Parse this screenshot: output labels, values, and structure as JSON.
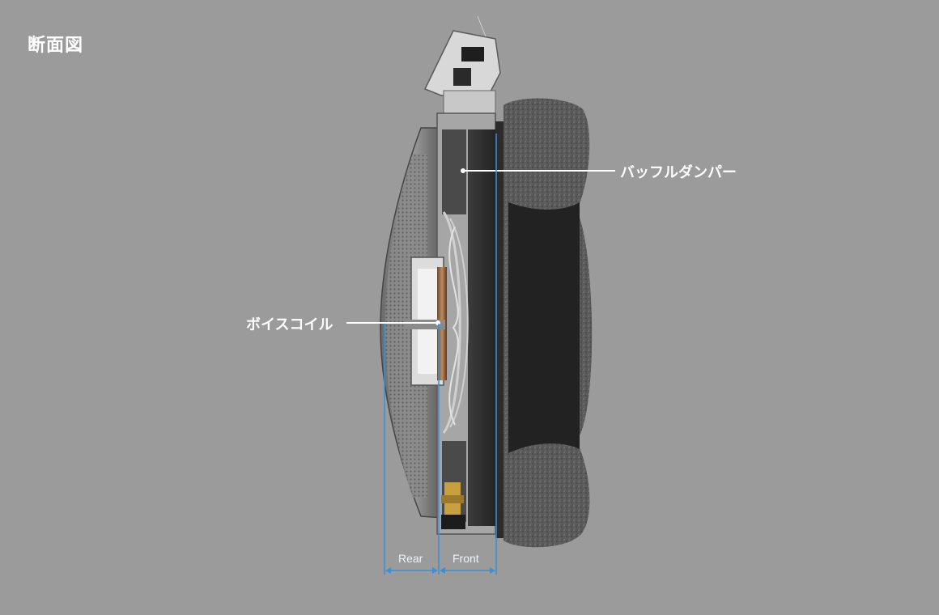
{
  "diagram": {
    "title": "断面図",
    "callouts": {
      "baffle_damper": "バッフルダンパー",
      "voice_coil": "ボイスコイル"
    },
    "dimensions": {
      "rear": "Rear",
      "front": "Front"
    },
    "colors": {
      "background": "#9b9b9b",
      "dimension_lines": "#3b8fd6",
      "callout_text": "#ffffff"
    }
  }
}
